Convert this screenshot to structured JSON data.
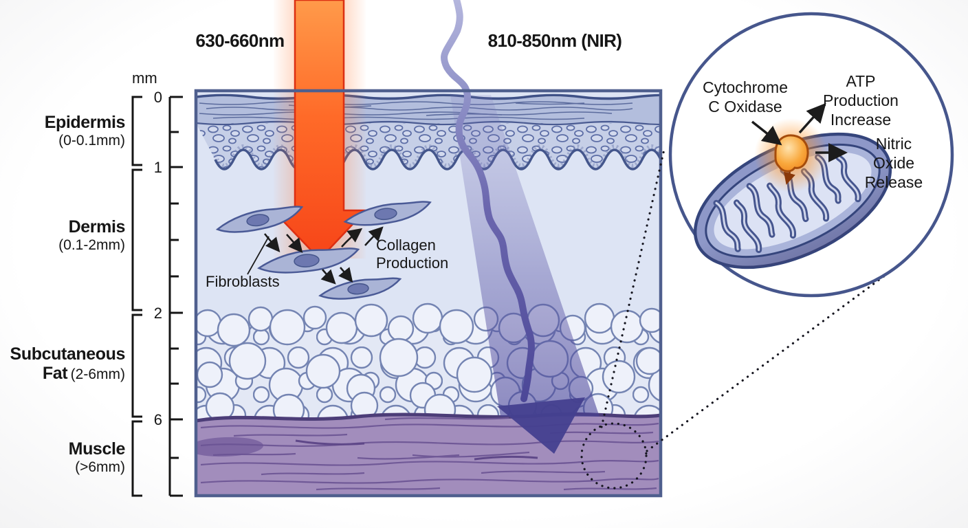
{
  "beams": {
    "red_label": "630-660nm",
    "nir_label": "810-850nm (NIR)"
  },
  "scale": {
    "unit": "mm",
    "ticks": [
      "0",
      "1",
      "2",
      "6"
    ],
    "layers": [
      {
        "name": "Epidermis",
        "range": "(0-0.1mm)"
      },
      {
        "name": "Dermis",
        "range": "(0.1-2mm)"
      },
      {
        "name": "Subcutaneous Fat",
        "range": "(2-6mm)"
      },
      {
        "name": "Muscle",
        "range": "(>6mm)"
      }
    ]
  },
  "dermis_annotations": {
    "fibroblasts": "Fibroblasts",
    "collagen": "Collagen\nProduction"
  },
  "inset": {
    "cytochrome": "Cytochrome\nC Oxidase",
    "atp": "ATP Production\nIncrease",
    "nitric": "Nitric Oxide\nRelease"
  },
  "colors": {
    "red_beam": "#f8481a",
    "nir_beam": "#4a4596",
    "skin_outline": "#44568c",
    "epidermis_fill": "#b3bedd",
    "dermis_fill": "#dde4f4",
    "fat_bubble": "#eef1fa",
    "muscle_fill": "#a28dbc",
    "inset_ring": "#46568c",
    "mitochondrion_fill": "#8e98c8",
    "enzyme_glow": "#f5921e",
    "text": "#161616"
  }
}
